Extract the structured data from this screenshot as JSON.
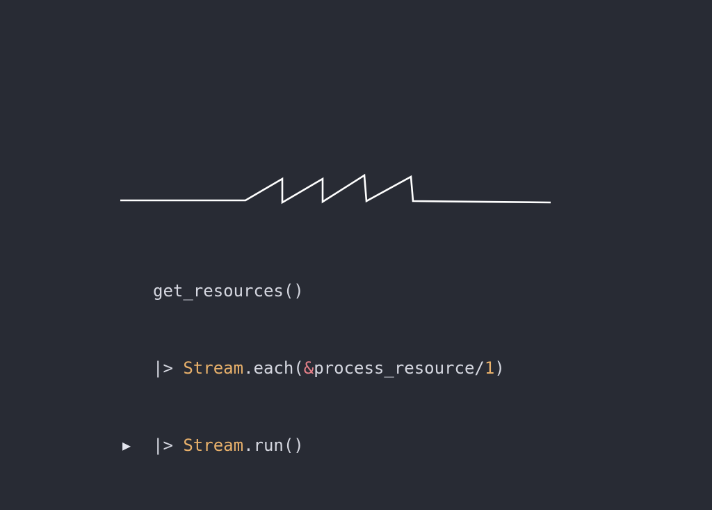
{
  "colors": {
    "background": "#282b34",
    "text": "#d5d7e0",
    "module": "#e9b16b",
    "capture": "#e7818a",
    "number": "#e9b16b",
    "wave_stroke": "#ffffff"
  },
  "marker": {
    "glyph": "▶",
    "icon": "play-triangle-icon"
  },
  "code": {
    "line1": {
      "call": "get_resources()"
    },
    "line2": {
      "pipe": "|> ",
      "module": "Stream",
      "fn": ".each(",
      "capture": "&",
      "ref": "process_resource/",
      "arity": "1",
      "close": ")"
    },
    "line3": {
      "pipe": "|> ",
      "module": "Stream",
      "fn": ".run()"
    }
  }
}
